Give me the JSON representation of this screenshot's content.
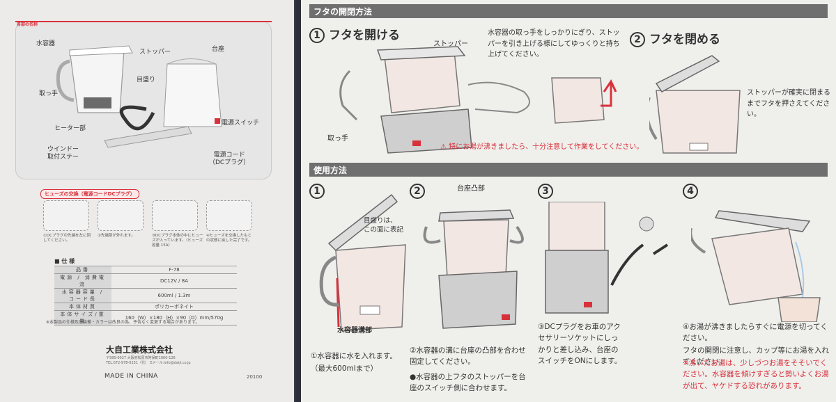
{
  "left": {
    "parts_title": "各部の名称",
    "parts": {
      "water_container": "水容器",
      "stopper": "ストッパー",
      "base": "台座",
      "scale": "目盛り",
      "handle": "取っ手",
      "power_switch": "電源スイッチ",
      "heater": "ヒーター部",
      "window_stay": "ウインドー\n取付ステー",
      "power_cord": "電源コード\n（DCプラグ）"
    },
    "fuse_title": "ヒューズの交換（電源コードDCプラグ）",
    "fuse_steps": [
      "①DCプラグの先端を左に回してください。",
      "②先端部が外れます。",
      "③DCプラグ本体の中にヒューズが入っています。（ヒューズ容量 15A）",
      "④ヒューズを交換したもとの状態に戻した完了です。"
    ],
    "spec_title": "■ 仕 様",
    "spec_rows": [
      {
        "k": "品番",
        "v": "F-78"
      },
      {
        "k": "電源 / 消費電流",
        "v": "DC12V / 8A"
      },
      {
        "k": "水容器容量 / コード長",
        "v": "600ml / 1.3m"
      },
      {
        "k": "本体材質",
        "v": "ポリカーボネイト"
      },
      {
        "k": "本体サイズ/重量",
        "v": "160（W）×180（H）×90（D）mm/570g"
      }
    ],
    "spec_note": "※本製品の仕様及び装備・カラーは改良の為、予告なく変更する場合があります。",
    "company": "大自工業株式会社",
    "address": "〒580-0027 大阪府松原市阿保町1000-126\nTEL.072-978-0151（代）　Eメール:info@daiji.co.jp",
    "made_in": "MADE IN CHINA",
    "code": "20100"
  },
  "right": {
    "lid_header": "フタの開閉方法",
    "open_num": "1",
    "open_title": "フタを開ける",
    "open_stopper": "ストッパー",
    "open_handle": "取っ手",
    "open_desc": "水容器の取っ手をしっかりにぎり、ストッパーを引き上げる様にしてゆっくりと持ち上げてください。",
    "open_warning": "特にお湯が沸きましたら、十分注意して作業をしてください。",
    "close_num": "2",
    "close_title": "フタを閉める",
    "close_desc": "ストッパーが確実に閉まるまでフタを押さえてください。",
    "usage_header": "使用方法",
    "u1_num": "1",
    "u1_scale": "目盛りは、\nこの面に表記",
    "u1_groove": "水容器溝部",
    "u1_text1": "①水容器に水を入れます。",
    "u1_text2": "（最大600mlまで）",
    "u2_num": "2",
    "u2_base": "台座凸部",
    "u2_text1": "②水容器の溝に台座の凸部を合わせ固定してください。",
    "u2_text2": "●水容器の上フタのストッパーを台座のスイッチ側に合わせます。",
    "u3_num": "3",
    "u3_text": "③DCプラグをお車のアクセサリーソケットにしっかりと差し込み、台座のスイッチをONにします。",
    "u4_num": "4",
    "u4_text1": "④お湯が沸きましたらすぐに電源を切ってください。",
    "u4_text2": "フタの開閉に注意し、カップ等にお湯を入れてください。",
    "u4_warn": "※沸いたお湯は、少しづつお湯をそそいでください。水容器を傾けすぎると勢いよくお湯が出て、ヤケドする恐れがあります。"
  },
  "colors": {
    "accent_red": "#d9313b",
    "header_gray": "#6f6f6f"
  }
}
